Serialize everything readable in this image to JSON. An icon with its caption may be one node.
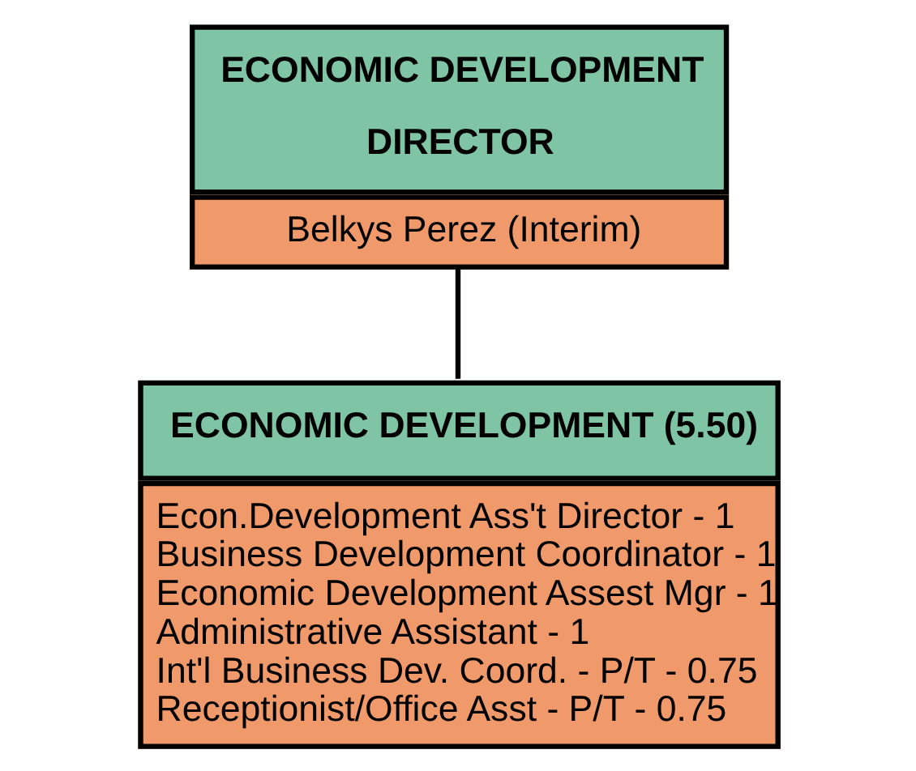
{
  "diagram": {
    "nodes": [
      {
        "text": [
          "ECONOMIC DEVELOPMENT DIRECTOR",
          "Belkys Perez (Interim)"
        ]
      },
      {
        "text": [
          "ECONOMIC DEVELOPMENT (5.50)",
          "Econ.Development Ass't Director - 1",
          "Business Development Coordinator - 1",
          "Economic Development Assest Mgr - 1",
          "Administrative Assistant - 1",
          "Int'l Business Dev. Coord. - P/T - 0.75",
          "Receptionist/Office Asst - P/T - 0.75"
        ]
      }
    ],
    "edges": [
      {
        "from": 0,
        "to": 1,
        "arrow": "none"
      }
    ]
  }
}
